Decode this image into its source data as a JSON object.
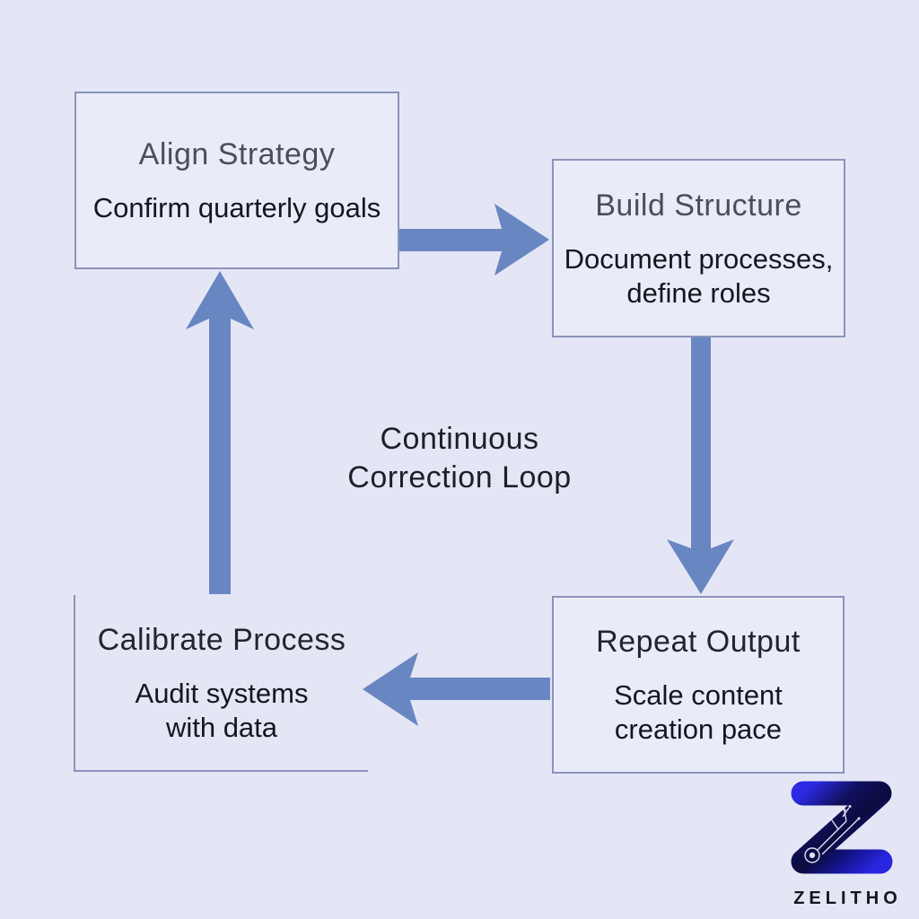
{
  "colors": {
    "background": "#e4e6f6",
    "node_fill": "#e9ebf9",
    "node_border": "#8b93bb",
    "arrow": "#6886c1",
    "title_text": "#4b4e58",
    "body_text": "#15171f",
    "logo_blue_bright": "#2c2ae2",
    "logo_blue_dark": "#0b0b3f",
    "logo_text_color": "#14151e"
  },
  "diagram": {
    "center_label_lines": [
      "Continuous",
      "Correction Loop"
    ],
    "nodes": [
      {
        "id": "align-strategy",
        "title": "Align Strategy",
        "subtitle": "Confirm quarterly goals",
        "subtitle_lines": [
          "Confirm quarterly goals"
        ]
      },
      {
        "id": "build-structure",
        "title": "Build Structure",
        "subtitle": "Document processes, define roles",
        "subtitle_lines": [
          "Document processes,",
          "define roles"
        ]
      },
      {
        "id": "repeat-output",
        "title": "Repeat Output",
        "subtitle": "Scale content creation pace",
        "subtitle_lines": [
          "Scale content",
          "creation pace"
        ]
      },
      {
        "id": "calibrate-process",
        "title": "Calibrate Process",
        "subtitle": "Audit systems with data",
        "subtitle_lines": [
          "Audit systems",
          "with data"
        ]
      }
    ],
    "flow": [
      {
        "from": "Align Strategy",
        "to": "Build Structure",
        "direction": "right"
      },
      {
        "from": "Build Structure",
        "to": "Repeat Output",
        "direction": "down"
      },
      {
        "from": "Repeat Output",
        "to": "Calibrate Process",
        "direction": "left"
      },
      {
        "from": "Calibrate Process",
        "to": "Align Strategy",
        "direction": "up"
      }
    ]
  },
  "branding": {
    "logo_letter": "Z",
    "logo_text": "ZELITHO"
  }
}
